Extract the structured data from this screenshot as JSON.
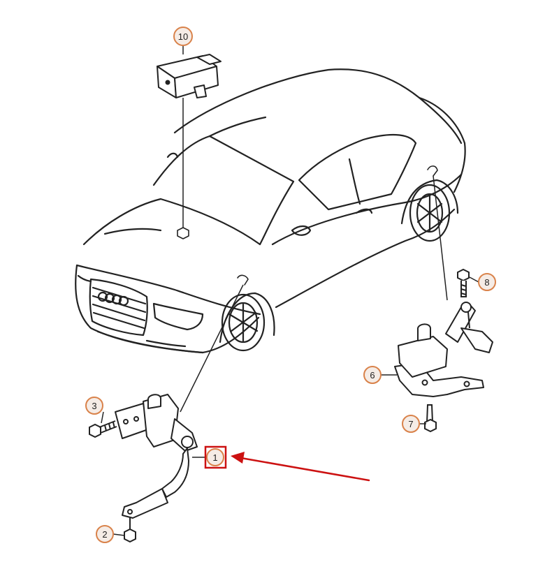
{
  "diagram": {
    "callouts": [
      {
        "id": "c1",
        "label": "1",
        "highlighted": true
      },
      {
        "id": "c2",
        "label": "2"
      },
      {
        "id": "c3",
        "label": "3"
      },
      {
        "id": "c6",
        "label": "6"
      },
      {
        "id": "c7",
        "label": "7"
      },
      {
        "id": "c8",
        "label": "8"
      },
      {
        "id": "c10",
        "label": "10"
      }
    ],
    "colors": {
      "line": "#222222",
      "callout_ring": "#d9824a",
      "callout_fill": "#f5ece6",
      "highlight": "#cc1111",
      "arrow": "#cc1111"
    }
  }
}
